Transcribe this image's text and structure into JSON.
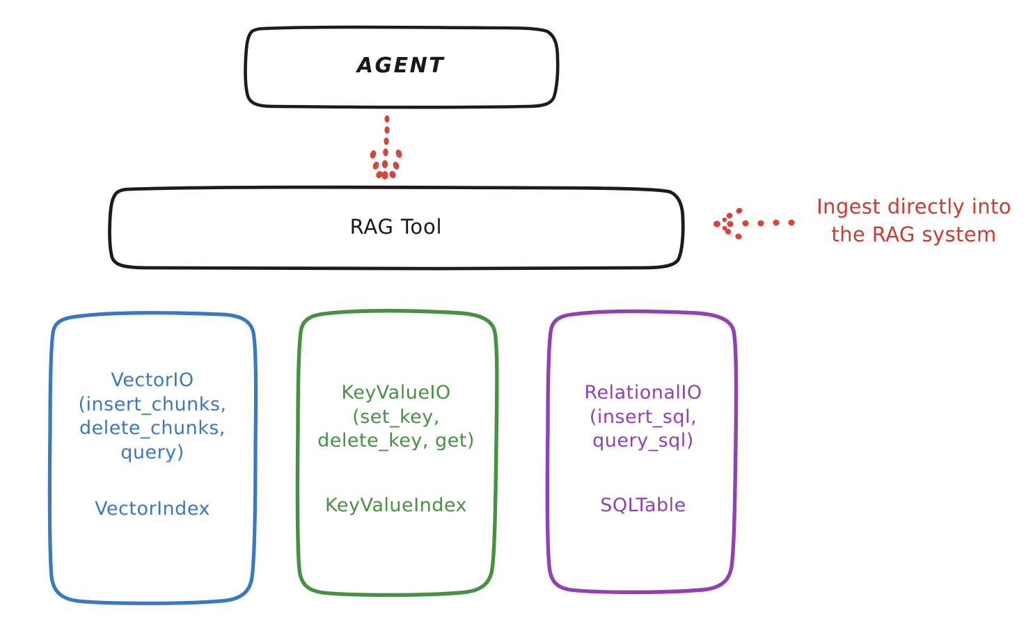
{
  "diagram": {
    "title_nodes": {
      "agent": {
        "label": "AGENT"
      },
      "rag_tool": {
        "label": "RAG Tool"
      }
    },
    "columns": [
      {
        "name": "vector",
        "api_label": "VectorIO\n(insert_chunks,\ndelete_chunks,\nquery)",
        "index_label": "VectorIndex",
        "color": "#3a78c2"
      },
      {
        "name": "keyvalue",
        "api_label": "KeyValueIO\n(set_key,\ndelete_key, get)",
        "index_label": "KeyValueIndex",
        "color": "#489144"
      },
      {
        "name": "relational",
        "api_label": "RelationalIO\n(insert_sql,\nquery_sql)",
        "index_label": "SQLTable",
        "color": "#9340b5"
      }
    ],
    "annotation": {
      "text": "Ingest directly into\nthe RAG system",
      "color": "#cc3b33"
    },
    "connector": {
      "agent_to_rag": "dotted-arrow-down",
      "ingest_arrow": "dotted-arrow-left",
      "color": "#d6453c"
    },
    "colors": {
      "outline_dark": "#1b1c1e",
      "background": "#ffffff"
    }
  }
}
